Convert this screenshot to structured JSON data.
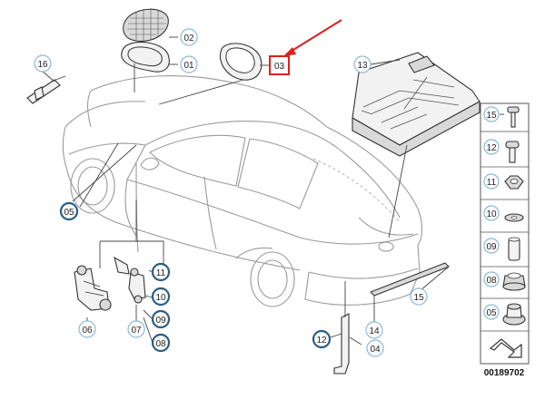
{
  "diagram": {
    "labels": {
      "l16": "16",
      "l02": "02",
      "l01": "01",
      "l03": "03",
      "l13": "13",
      "l05": "05",
      "l11": "11",
      "l10": "10",
      "l09": "09",
      "l08": "08",
      "l06": "06",
      "l07": "07",
      "l15": "15",
      "l14": "14",
      "l12": "12",
      "l04": "04"
    },
    "sidebar": [
      "15",
      "12",
      "11",
      "10",
      "09",
      "08",
      "05"
    ],
    "doc_number": "00189702",
    "colors": {
      "callout_ring": "#8ab8d6",
      "callout_ring_dark": "#2b5d84",
      "highlight": "#e0201e"
    }
  }
}
